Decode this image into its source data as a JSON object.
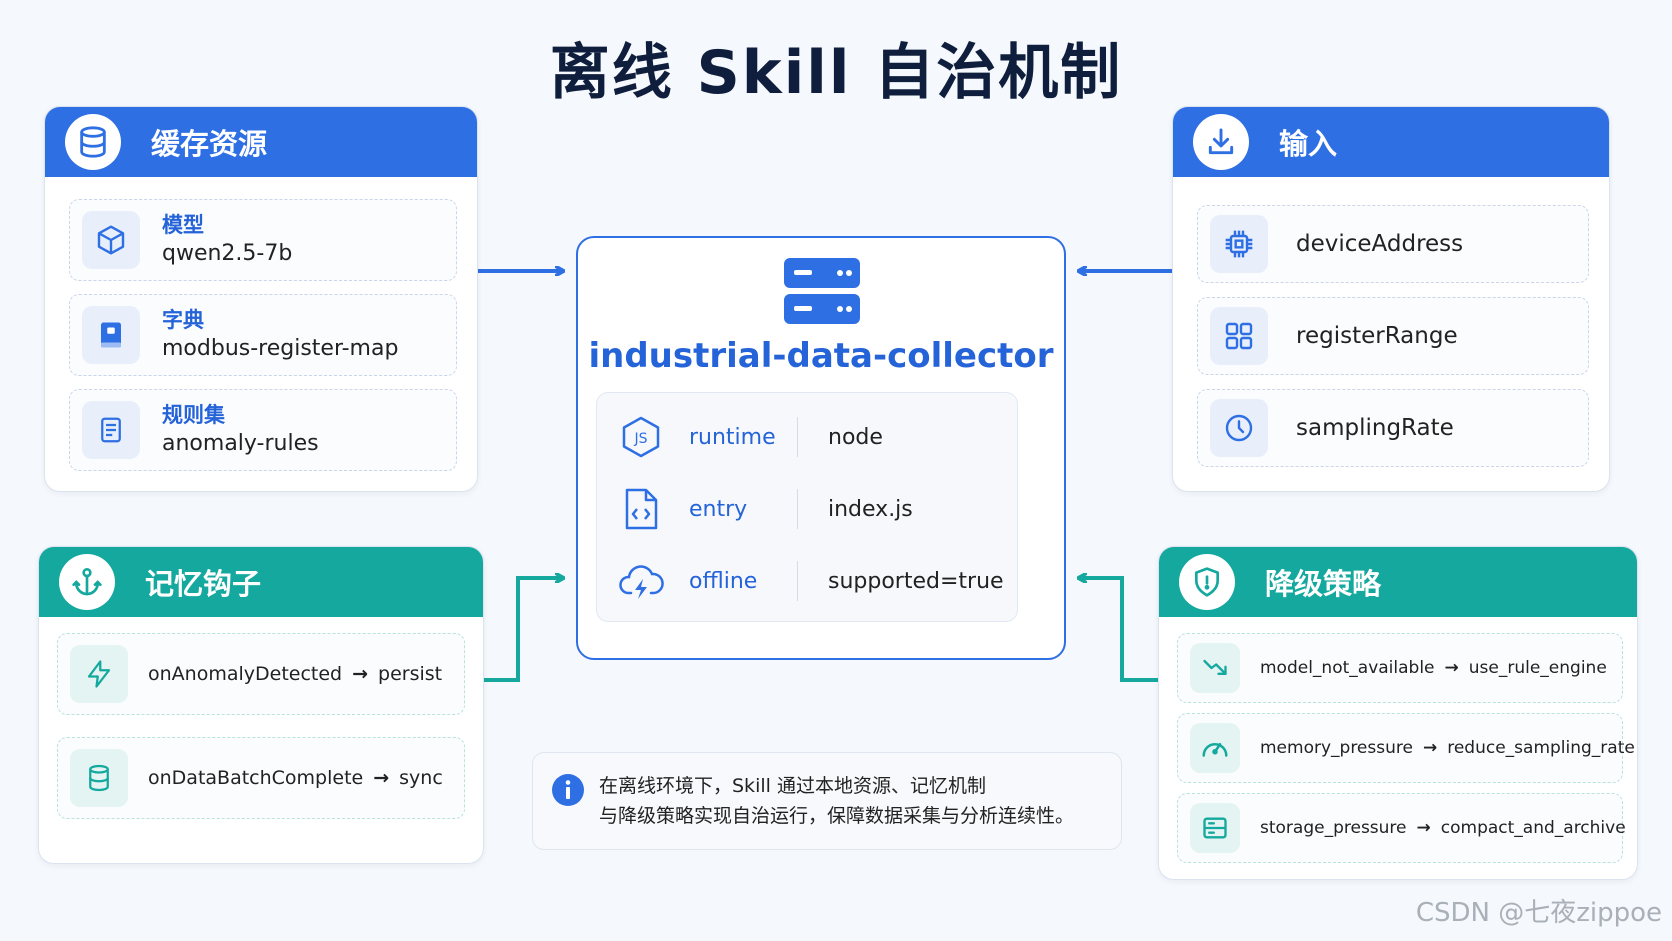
{
  "title": "离线 Skill 自治机制",
  "colors": {
    "blue": "#2f6fe4",
    "teal": "#14a89e",
    "accent_text": "#2563d8"
  },
  "cache": {
    "heading": "缓存资源",
    "icon": "database-icon",
    "items": [
      {
        "label": "模型",
        "value": "qwen2.5-7b",
        "icon": "cube-icon"
      },
      {
        "label": "字典",
        "value": "modbus-register-map",
        "icon": "book-icon"
      },
      {
        "label": "规则集",
        "value": "anomaly-rules",
        "icon": "document-icon"
      }
    ]
  },
  "input": {
    "heading": "输入",
    "icon": "download-icon",
    "items": [
      {
        "value": "deviceAddress",
        "icon": "chip-icon"
      },
      {
        "value": "registerRange",
        "icon": "grid-icon"
      },
      {
        "value": "samplingRate",
        "icon": "clock-icon"
      }
    ]
  },
  "center": {
    "icon": "server-icon",
    "name": "industrial-data-collector",
    "rows": [
      {
        "key": "runtime",
        "value": "node",
        "icon": "nodejs-icon"
      },
      {
        "key": "entry",
        "value": "index.js",
        "icon": "code-file-icon"
      },
      {
        "key": "offline",
        "value": "supported=true",
        "icon": "cloud-bolt-icon"
      }
    ]
  },
  "hooks": {
    "heading": "记忆钩子",
    "icon": "anchor-icon",
    "items": [
      {
        "event": "onAnomalyDetected",
        "arrow": "→",
        "action": "persist",
        "icon": "bolt-icon"
      },
      {
        "event": "onDataBatchComplete",
        "arrow": "→",
        "action": "sync",
        "icon": "database-icon"
      }
    ]
  },
  "fallback": {
    "heading": "降级策略",
    "icon": "shield-icon",
    "items": [
      {
        "condition": "model_not_available",
        "arrow": "→",
        "action": "use_rule_engine",
        "icon": "trend-down-icon"
      },
      {
        "condition": "memory_pressure",
        "arrow": "→",
        "action": "reduce_sampling_rate",
        "icon": "gauge-icon"
      },
      {
        "condition": "storage_pressure",
        "arrow": "→",
        "action": "compact_and_archive",
        "icon": "storage-icon"
      }
    ]
  },
  "note": {
    "icon": "info-icon",
    "line1": "在离线环境下，Skill 通过本地资源、记忆机制",
    "line2": "与降级策略实现自治运行，保障数据采集与分析连续性。"
  },
  "watermark": "CSDN @七夜zippoe"
}
